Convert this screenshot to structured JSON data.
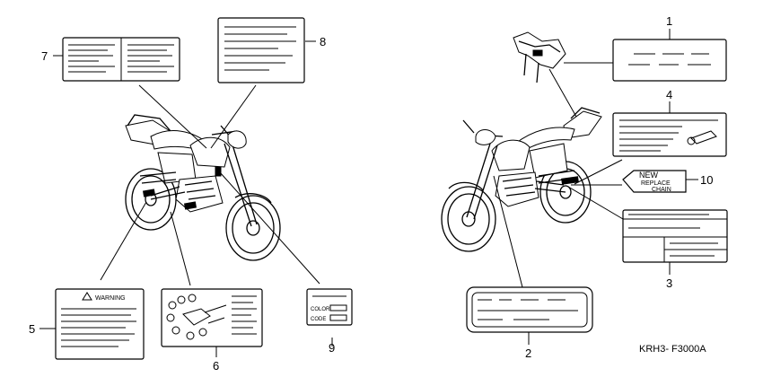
{
  "callouts": {
    "c1": "1",
    "c2": "2",
    "c3": "3",
    "c4": "4",
    "c5": "5",
    "c6": "6",
    "c7": "7",
    "c8": "8",
    "c9": "9",
    "c10": "10"
  },
  "labels": {
    "warning_title": "WARNING",
    "color_text": "COLOR",
    "code_text": "CODE",
    "chain_new": "NEW",
    "chain_replace": "REPLACE",
    "chain_chain": "CHAIN"
  },
  "diagram_code": "KRH3- F3000A",
  "icons": [
    "warning-triangle-icon",
    "wrench-icon"
  ]
}
